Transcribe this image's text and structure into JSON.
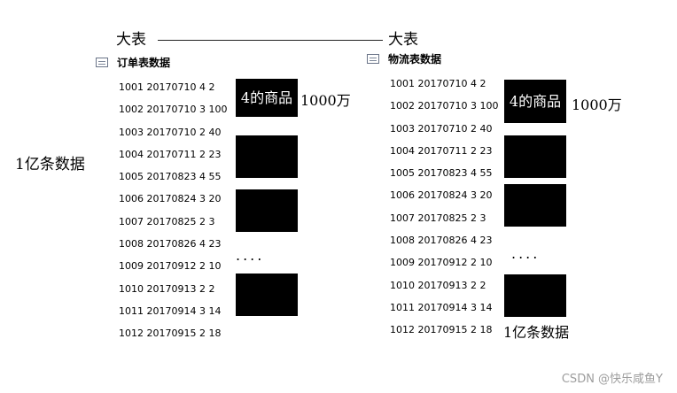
{
  "diagram": {
    "left_side_note": "1亿条数据",
    "top_labels": [
      "大表",
      "大表"
    ],
    "left_table": {
      "title": "订单表数据",
      "rows": [
        "1001 20170710 4 2",
        "1002 20170710 3 100",
        "1003 20170710 2 40",
        "1004 20170711 2 23",
        "1005 20170823 4 55",
        "1006 20170824 3 20",
        "1007 20170825 2 3",
        "1008 20170826 4 23",
        "1009 20170912 2 10",
        "1010 20170913 2 2",
        "1011 20170914 3 14",
        "1012 20170915 2 18"
      ],
      "blocks": [
        "4的商品",
        "",
        "",
        ""
      ],
      "block_note": "1000万",
      "ellipsis": "...."
    },
    "right_table": {
      "title": "物流表数据",
      "rows": [
        "1001 20170710 4 2",
        "1002 20170710 3 100",
        "1003 20170710 2 40",
        "1004 20170711 2 23",
        "1005 20170823 4 55",
        "1006 20170824 3 20",
        "1007 20170825 2 3",
        "1008 20170826 4 23",
        "1009 20170912 2 10",
        "1010 20170913 2 2",
        "1011 20170914 3 14",
        "1012 20170915 2 18"
      ],
      "blocks": [
        "4的商品",
        "",
        "",
        ""
      ],
      "block_note": "1000万",
      "ellipsis": "....",
      "bottom_note": "1亿条数据"
    },
    "watermark": "CSDN @快乐咸鱼Y"
  }
}
